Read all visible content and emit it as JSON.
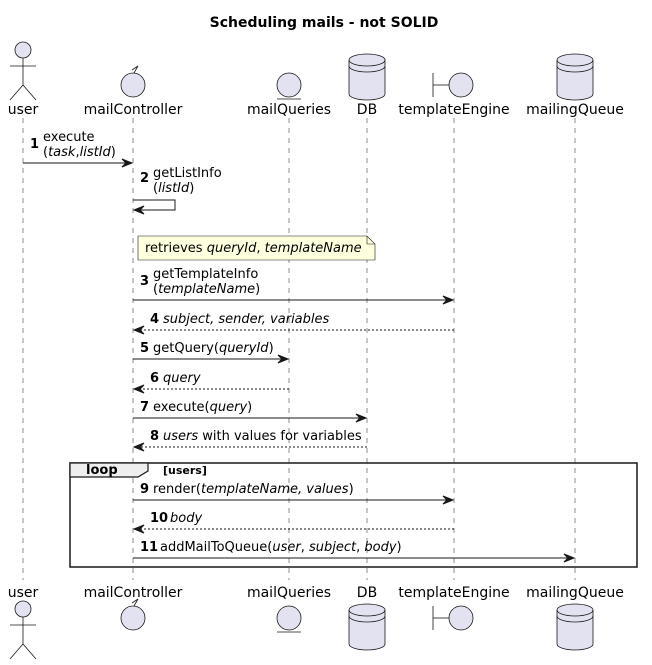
{
  "diagram": {
    "title": "Scheduling mails - not SOLID",
    "participants": [
      {
        "id": "user",
        "label": "user",
        "kind": "actor"
      },
      {
        "id": "mailController",
        "label": "mailController",
        "kind": "control"
      },
      {
        "id": "mailQueries",
        "label": "mailQueries",
        "kind": "entity"
      },
      {
        "id": "DB",
        "label": "DB",
        "kind": "database"
      },
      {
        "id": "templateEngine",
        "label": "templateEngine",
        "kind": "boundary"
      },
      {
        "id": "mailingQueue",
        "label": "mailingQueue",
        "kind": "database"
      }
    ],
    "messages": [
      {
        "num": "1",
        "from": "user",
        "to": "mailController",
        "dashed": false,
        "lines": [
          [
            {
              "t": "execute"
            }
          ],
          [
            {
              "t": "("
            },
            {
              "t": "task",
              "i": true
            },
            {
              "t": ","
            },
            {
              "t": "listId",
              "i": true
            },
            {
              "t": ")"
            }
          ]
        ]
      },
      {
        "num": "2",
        "from": "mailController",
        "to": "mailController",
        "dashed": false,
        "lines": [
          [
            {
              "t": "getListInfo"
            }
          ],
          [
            {
              "t": "("
            },
            {
              "t": "listId",
              "i": true
            },
            {
              "t": ")"
            }
          ]
        ]
      },
      {
        "num": "3",
        "from": "mailController",
        "to": "templateEngine",
        "dashed": false,
        "lines": [
          [
            {
              "t": "getTemplateInfo"
            }
          ],
          [
            {
              "t": "("
            },
            {
              "t": "templateName",
              "i": true
            },
            {
              "t": ")"
            }
          ]
        ]
      },
      {
        "num": "4",
        "from": "templateEngine",
        "to": "mailController",
        "dashed": true,
        "lines": [
          [
            {
              "t": "subject, sender, variables",
              "i": true
            }
          ]
        ]
      },
      {
        "num": "5",
        "from": "mailController",
        "to": "mailQueries",
        "dashed": false,
        "lines": [
          [
            {
              "t": "getQuery("
            },
            {
              "t": "queryId",
              "i": true
            },
            {
              "t": ")"
            }
          ]
        ]
      },
      {
        "num": "6",
        "from": "mailQueries",
        "to": "mailController",
        "dashed": true,
        "lines": [
          [
            {
              "t": "query",
              "i": true
            }
          ]
        ]
      },
      {
        "num": "7",
        "from": "mailController",
        "to": "DB",
        "dashed": false,
        "lines": [
          [
            {
              "t": "execute("
            },
            {
              "t": "query",
              "i": true
            },
            {
              "t": ")"
            }
          ]
        ]
      },
      {
        "num": "8",
        "from": "DB",
        "to": "mailController",
        "dashed": true,
        "lines": [
          [
            {
              "t": "users",
              "i": true
            },
            {
              "t": " with values for variables"
            }
          ]
        ]
      },
      {
        "num": "9",
        "from": "mailController",
        "to": "templateEngine",
        "dashed": false,
        "lines": [
          [
            {
              "t": "render("
            },
            {
              "t": "templateName, values",
              "i": true
            },
            {
              "t": ")"
            }
          ]
        ]
      },
      {
        "num": "10",
        "from": "templateEngine",
        "to": "mailController",
        "dashed": true,
        "lines": [
          [
            {
              "t": "body",
              "i": true
            }
          ]
        ]
      },
      {
        "num": "11",
        "from": "mailController",
        "to": "mailingQueue",
        "dashed": false,
        "lines": [
          [
            {
              "t": "addMailToQueue("
            },
            {
              "t": "user",
              "i": true
            },
            {
              "t": ", "
            },
            {
              "t": "subject",
              "i": true
            },
            {
              "t": ", "
            },
            {
              "t": "body",
              "i": true
            },
            {
              "t": ")"
            }
          ]
        ]
      }
    ],
    "note": [
      {
        "t": "retrieves "
      },
      {
        "t": "queryId",
        "i": true
      },
      {
        "t": ", "
      },
      {
        "t": "templateName",
        "i": true
      }
    ],
    "loop": {
      "label": "loop",
      "guard": "[users]"
    },
    "colors": {
      "participant_fill": "#E2E2F0",
      "participant_stroke": "#181818",
      "note_fill": "#FEFFDD",
      "lifeline": "#181818",
      "line": "#181818"
    }
  }
}
